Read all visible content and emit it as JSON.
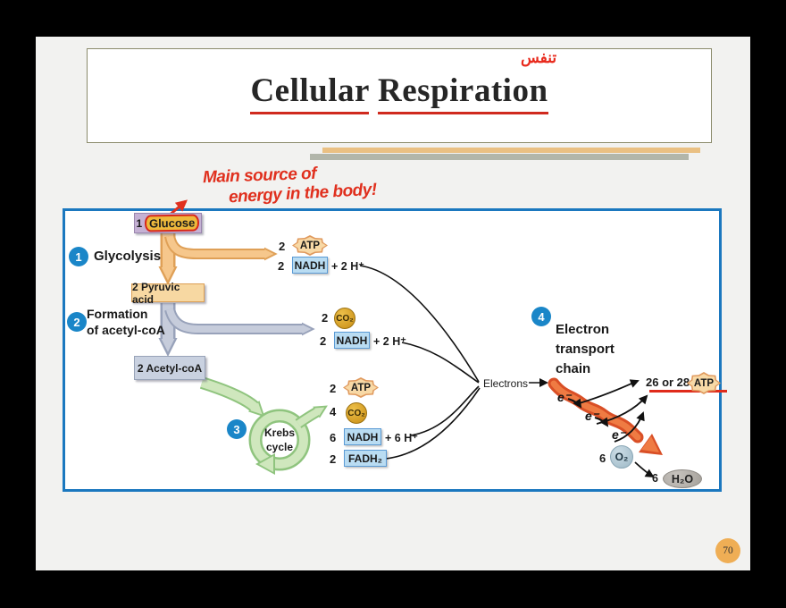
{
  "header": {
    "arabic_note": "تنفس",
    "title_word1": "Cellular",
    "title_word2": "Respiration"
  },
  "annotation": {
    "line1": "Main source of",
    "line2": "energy in the body!"
  },
  "steps": {
    "s1": {
      "num": "1",
      "label": "Glycolysis"
    },
    "s2": {
      "num": "2",
      "line1": "Formation",
      "line2": "of acetyl-coA"
    },
    "s3": {
      "num": "3",
      "line1": "Krebs",
      "line2": "cycle"
    },
    "s4": {
      "num": "4",
      "line1": "Electron",
      "line2": "transport",
      "line3": "chain"
    }
  },
  "nodes": {
    "glucose_count": "1",
    "glucose": "Glucose",
    "pyruvic": "2 Pyruvic acid",
    "acetyl": "2 Acetyl-coA"
  },
  "glycolysis_out": {
    "atp_n": "2",
    "atp": "ATP",
    "nadh_n": "2",
    "nadh": "NADH",
    "nadh_sfx": "+ 2 H⁺"
  },
  "formation_out": {
    "co2_n": "2",
    "co2": "CO₂",
    "nadh_n": "2",
    "nadh": "NADH",
    "nadh_sfx": "+ 2 H⁺"
  },
  "krebs_out": {
    "atp_n": "2",
    "atp": "ATP",
    "co2_n": "4",
    "co2": "CO₂",
    "nadh_n": "6",
    "nadh": "NADH",
    "nadh_sfx": "+ 6 H⁺",
    "fadh_n": "2",
    "fadh": "FADH₂"
  },
  "etc": {
    "electrons": "Electrons",
    "e1": "e⁻",
    "e2": "e⁻",
    "e3": "e⁻",
    "atp_n": "26 or 28",
    "atp": "ATP",
    "o2_n": "6",
    "o2": "O₂",
    "h2o_n": "6",
    "h2o": "H₂O"
  },
  "footer": {
    "page": "70"
  },
  "colors": {
    "step_circle_blue": "#1a86c8",
    "diagram_border_blue": "#1b78bf",
    "annotation_red": "#e0301e",
    "arrow_orange": "#f6c78c",
    "arrow_gray": "#c6ccdb",
    "arrow_green": "#cfe7bd",
    "etc_ribbon_orange": "#e4572b",
    "badge_orange": "#efae55"
  }
}
